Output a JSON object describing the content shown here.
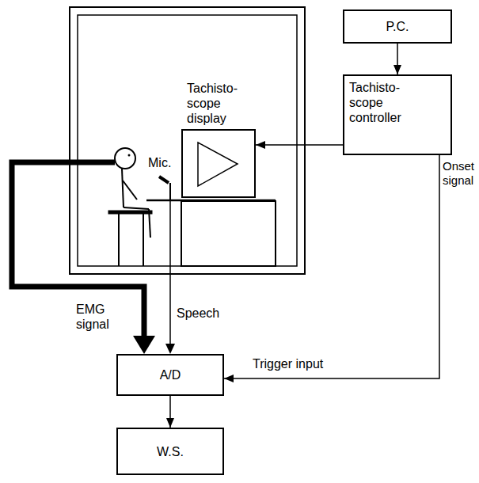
{
  "diagram": {
    "nodes": [
      {
        "text": [
          "P.C."
        ]
      },
      {
        "text": [
          "Tachisto- scope controller"
        ]
      },
      {
        "text": [
          "Tachisto- scope display"
        ]
      },
      {
        "text": [
          "A/D"
        ]
      },
      {
        "text": [
          "W.S."
        ]
      }
    ],
    "edges": [
      {
        "from": 0,
        "to": 1,
        "arrow": "to"
      },
      {
        "from": 1,
        "to": 2,
        "arrow": "to"
      },
      {
        "from": 1,
        "to": 3,
        "arrow": "to",
        "label": "Onset signal"
      },
      {
        "from": 3,
        "to": 4,
        "arrow": "to"
      }
    ],
    "labels": [
      "Mic.",
      "EMG signal",
      "Speech",
      "Trigger input"
    ]
  }
}
